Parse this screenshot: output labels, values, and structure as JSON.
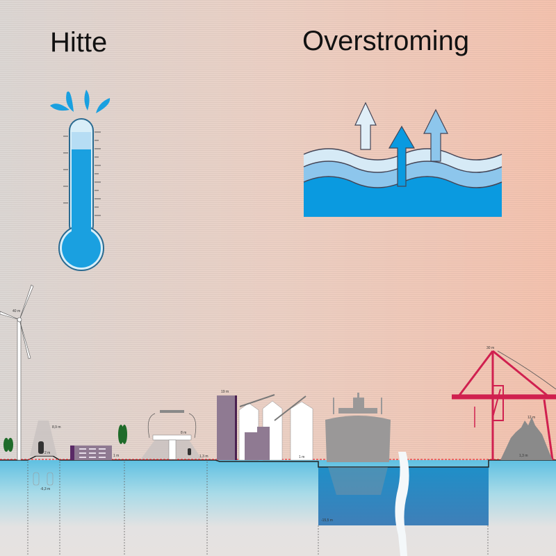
{
  "titles": {
    "heat": "Hitte",
    "flood": "Overstroming"
  },
  "colors": {
    "sky_left": "#dcd7d4",
    "sky_right": "#f4c2ae",
    "water_light": "#5fc0e2",
    "dock_water": "#3f86c0",
    "ground": "#e6e2e0",
    "thermo_fill": "#1aa0e0",
    "crane": "#d0204f",
    "building": "#8f7a92",
    "waterline": "#e8303a"
  },
  "icons": [
    "thermometer-icon",
    "sweat-drops-icon",
    "waves-icon",
    "rising-arrows-icon"
  ],
  "elevation_labels": {
    "turbine_hub": "40 m",
    "rail_overhead": "8,9 m",
    "rail_embankment": "2 m",
    "tunnel_depth": "-6,3 m",
    "road_level": "1 m",
    "viaduct": "8 m",
    "viaduct_base": "1,3 m",
    "silo_tower": "19 m",
    "quay_left": "1 m",
    "dock_depth": "-15,5 m",
    "crane_top": "30 m",
    "stockpile": "12 m",
    "quay_right": "1,3 m"
  }
}
